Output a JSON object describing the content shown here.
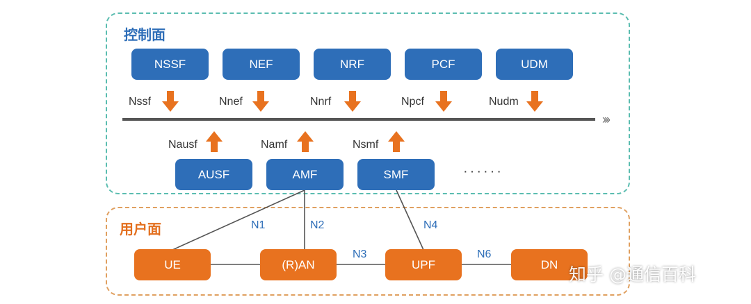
{
  "control_plane": {
    "title": "控制面",
    "functions": [
      {
        "name": "NSSF",
        "interface": "Nssf"
      },
      {
        "name": "NEF",
        "interface": "Nnef"
      },
      {
        "name": "NRF",
        "interface": "Nnrf"
      },
      {
        "name": "PCF",
        "interface": "Npcf"
      },
      {
        "name": "UDM",
        "interface": "Nudm"
      }
    ],
    "lower_functions": [
      {
        "name": "AUSF",
        "interface": "Nausf"
      },
      {
        "name": "AMF",
        "interface": "Namf"
      },
      {
        "name": "SMF",
        "interface": "Nsmf"
      }
    ],
    "bus_continuation": "›››",
    "more": "······"
  },
  "user_plane": {
    "title": "用户面",
    "nodes": [
      "UE",
      "(R)AN",
      "UPF",
      "DN"
    ]
  },
  "links": {
    "n1": "N1",
    "n2": "N2",
    "n3": "N3",
    "n4": "N4",
    "n6": "N6"
  },
  "colors": {
    "control_blue": "#2e6eb8",
    "user_orange": "#e8721f",
    "control_border": "#5bbdb0",
    "user_border": "#e0a060"
  },
  "watermark": "知乎 @通信百科"
}
